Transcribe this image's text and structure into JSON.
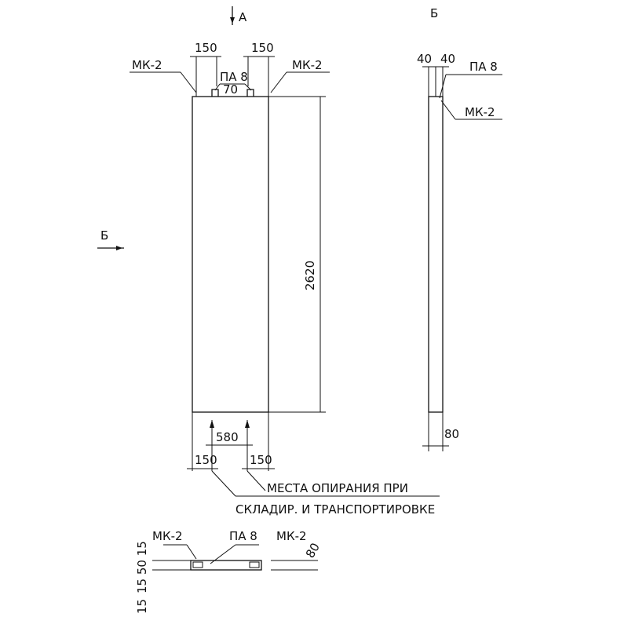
{
  "front_view": {
    "section_mark": "А",
    "section_mark_side": "Б",
    "dim_left_top": "150",
    "dim_right_top": "150",
    "label_loop": "ПА 8",
    "loop_dim": "70",
    "label_mk_left": "МК-2",
    "label_mk_right": "МК-2",
    "height": "2620",
    "support_spacing": "580",
    "support_left": "150",
    "support_right": "150",
    "note_line1": "МЕСТА ОПИРАНИЯ ПРИ",
    "note_line2": "СКЛАДИР. И ТРАНСПОРТИРОВКЕ"
  },
  "side_view": {
    "title": "Б",
    "dim_a": "40",
    "dim_b": "40",
    "label_loop": "ПА 8",
    "label_mk": "МК-2",
    "thickness": "80"
  },
  "plan_view": {
    "label_mk_left": "МК-2",
    "label_loop": "ПА 8",
    "label_mk_right": "МК-2",
    "dims": "15 50 15",
    "dim_left_bottom": "15",
    "dim_right": "80"
  }
}
